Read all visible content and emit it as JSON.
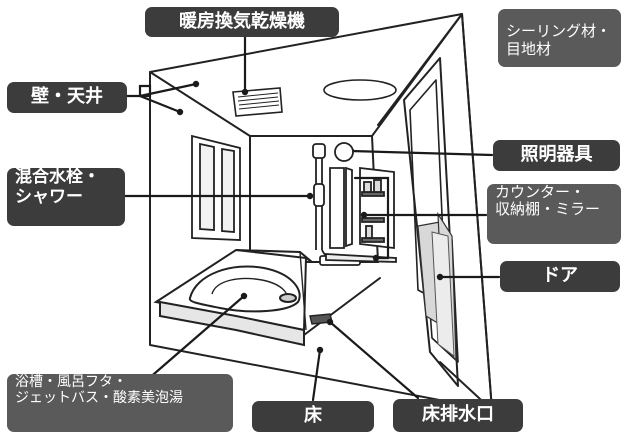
{
  "labels": {
    "dryer": "暖房換気乾燥機",
    "sealing": "シーリング材・",
    "sealing2": "目地材",
    "wall": "壁・天井",
    "lighting": "照明器具",
    "faucet": "混合水栓・",
    "faucet2": "シャワー",
    "counter": "カウンター・",
    "counter2": "収納棚・ミラー",
    "door": "ドア",
    "bathtub": "浴槽・風呂フタ・",
    "bathtub2": "ジェットバス・酸素美泡湯",
    "floor": "床",
    "drain": "床排水口"
  }
}
